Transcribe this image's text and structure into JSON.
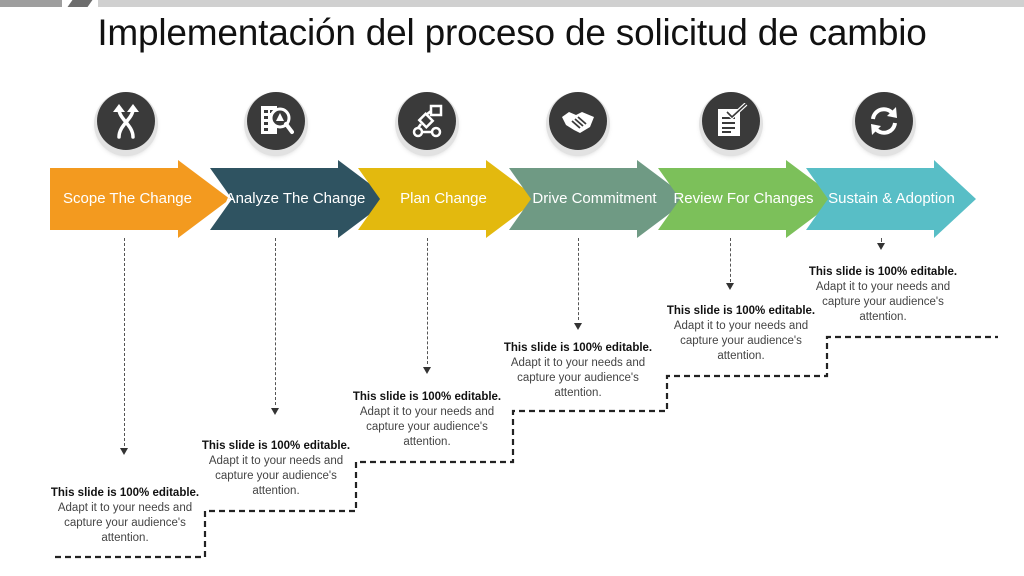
{
  "title": "Implementación del proceso de solicitud de cambio",
  "steps": [
    {
      "label": "Scope The Change",
      "color": "#f39a1f",
      "icon": "crossing-arrows-icon",
      "desc_bold": "This slide is 100% editable.",
      "desc_text": "Adapt it to your needs and capture your audience's attention."
    },
    {
      "label": "Analyze The Change",
      "color": "#2f5361",
      "icon": "magnify-document-icon",
      "desc_bold": "This slide is 100% editable.",
      "desc_text": "Adapt it to your needs and capture your audience's attention."
    },
    {
      "label": "Plan Change",
      "color": "#e3b90e",
      "icon": "flowchart-icon",
      "desc_bold": "This slide is 100% editable.",
      "desc_text": "Adapt it to your needs and capture your audience's attention."
    },
    {
      "label": "Drive Commitment",
      "color": "#6f9a84",
      "icon": "handshake-icon",
      "desc_bold": "This slide is 100% editable.",
      "desc_text": "Adapt it to your needs and capture your audience's attention."
    },
    {
      "label": "Review For Changes",
      "color": "#7cc05a",
      "icon": "checklist-icon",
      "desc_bold": "This slide is 100% editable.",
      "desc_text": "Adapt it to your needs and capture your audience's attention."
    },
    {
      "label": "Sustain & Adoption",
      "color": "#58bec6",
      "icon": "refresh-cycle-icon",
      "desc_bold": "This slide is 100% editable.",
      "desc_text": "Adapt it to your needs and capture your audience's attention."
    }
  ]
}
